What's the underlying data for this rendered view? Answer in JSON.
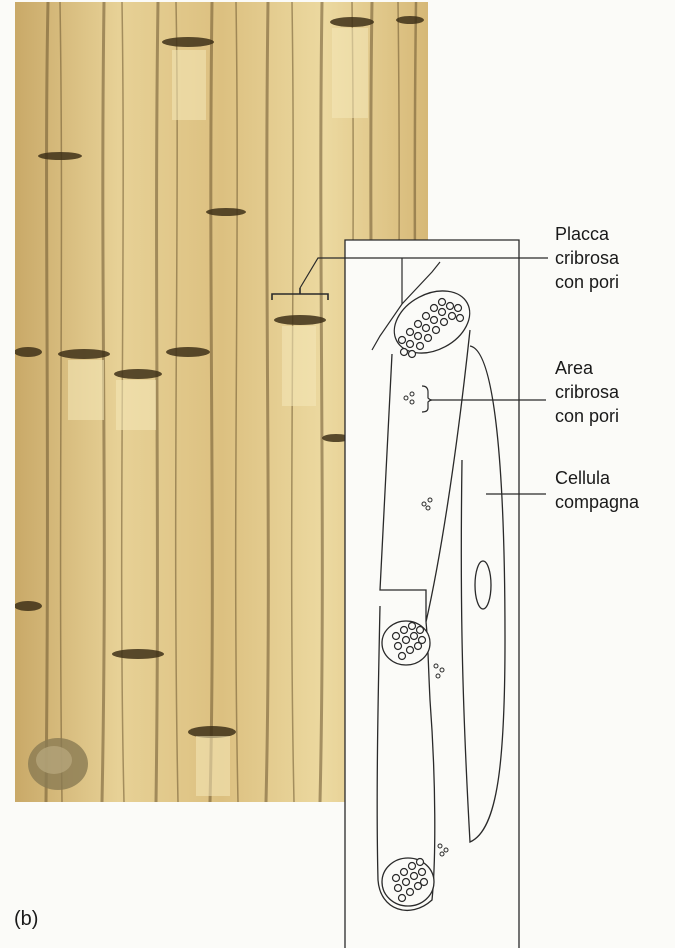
{
  "figure": {
    "panel_label": "(b)",
    "labels": {
      "sieve_plate": "Placca\ncribrosa\ncon pori",
      "sieve_area": "Area\ncribrosa\ncon pori",
      "companion_cell": "Cellula\ncompagna"
    }
  },
  "colors": {
    "photo_base": "#d9be7e",
    "photo_light": "#efe0a8",
    "photo_dark": "#5a4a2a",
    "line": "#2a2a2a",
    "background": "#fbfbf8"
  }
}
